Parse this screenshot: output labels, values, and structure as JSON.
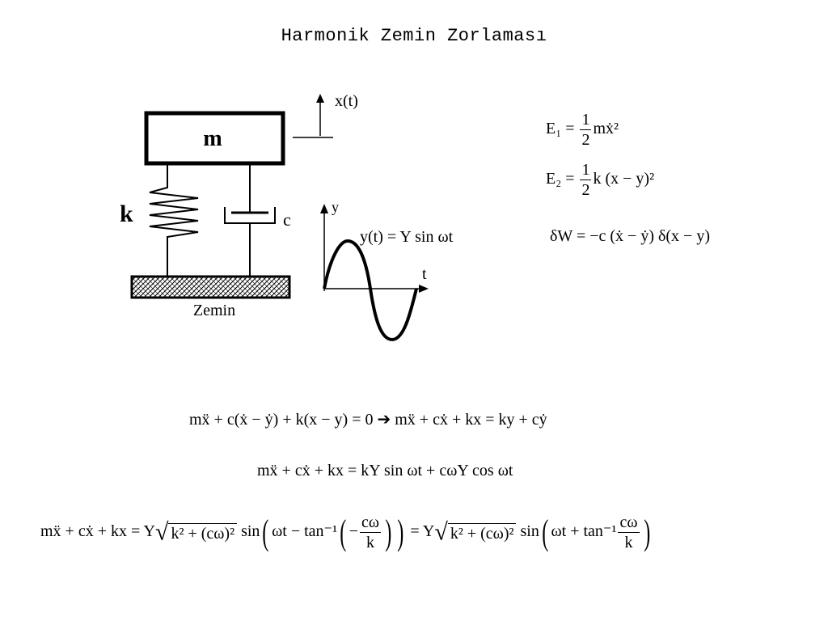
{
  "title": "Harmonik Zemin Zorlaması",
  "diagram": {
    "mass_label": "m",
    "spring_label": "k",
    "damper_label": "c",
    "ground_label": "Zemin",
    "displacement_label": "x(t)",
    "y_axis_label": "y",
    "t_axis_label": "t",
    "input_equation": "y(t) = Y sin ωt"
  },
  "energy": {
    "e1_lhs": "E₁ = ",
    "e1_num": "1",
    "e1_den": "2",
    "e1_rhs": "mẋ²",
    "e2_lhs": "E₂ = ",
    "e2_num": "1",
    "e2_den": "2",
    "e2_rhs": "k (x − y)²",
    "work": "δW = −c (ẋ − ẏ) δ(x − y)"
  },
  "equations": {
    "eq1_left": "mẍ + c(ẋ − ẏ) + k(x − y) = 0",
    "eq1_arrow": "➔",
    "eq1_right": "mẍ + cẋ + kx = ky + cẏ",
    "eq2": "mẍ + cẋ + kx = kY sin ωt + cωY cos ωt",
    "eq3_lhs": "mẍ + cẋ + kx = Y",
    "eq3_root": "k² + (cω)²",
    "eq3_sin": "sin",
    "eq3_arg1": "ωt − tan⁻¹",
    "eq3_minus": "−",
    "eq3_frac_num": "cω",
    "eq3_frac_den": "k",
    "eq3_mid": "= Y",
    "eq3_root2": "k² + (cω)²",
    "eq3_sin2": "sin",
    "eq3_arg2": "ωt + tan⁻¹",
    "eq3_frac2_num": "cω",
    "eq3_frac2_den": "k"
  }
}
